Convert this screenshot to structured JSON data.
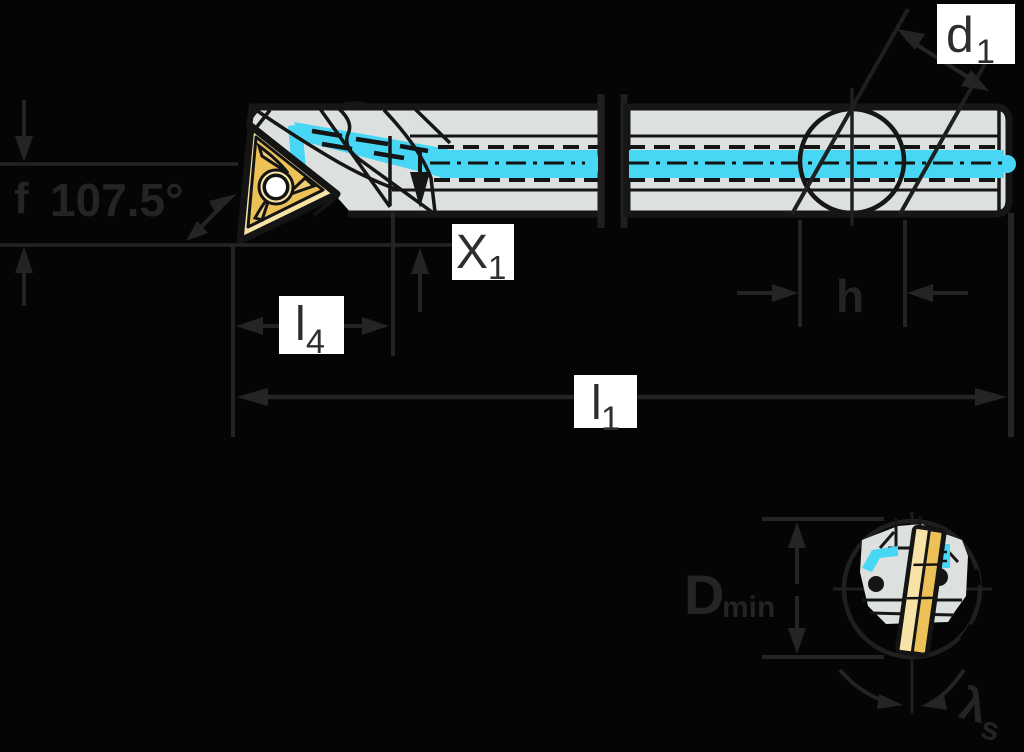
{
  "drawing": {
    "description_labels": {
      "f": "f",
      "angle": "107.5°",
      "x1": {
        "base": "X",
        "sub": "1"
      },
      "l4": {
        "base": "l",
        "sub": "4"
      },
      "l1": {
        "base": "l",
        "sub": "1"
      },
      "d1": {
        "base": "d",
        "sub": "1"
      },
      "h": "h",
      "dmin": {
        "base": "D",
        "sub": "min"
      },
      "lambda_s": {
        "base": "λ",
        "sub": "s"
      }
    },
    "colors": {
      "background": "#050505",
      "dimension_gray": "#242424",
      "ink": "#161616",
      "ghost_line": "#1f1f1f",
      "body_gray": "#dce1df",
      "coolant_cyan": "#47d7f5",
      "insert_gold": "#f0cc74",
      "insert_gold_light": "#f8e3a6",
      "insert_gold_dark": "#ecc258",
      "label_box": "#ffffff",
      "label_text": "#2e2e2e",
      "hole_white": "#ffffff"
    }
  }
}
